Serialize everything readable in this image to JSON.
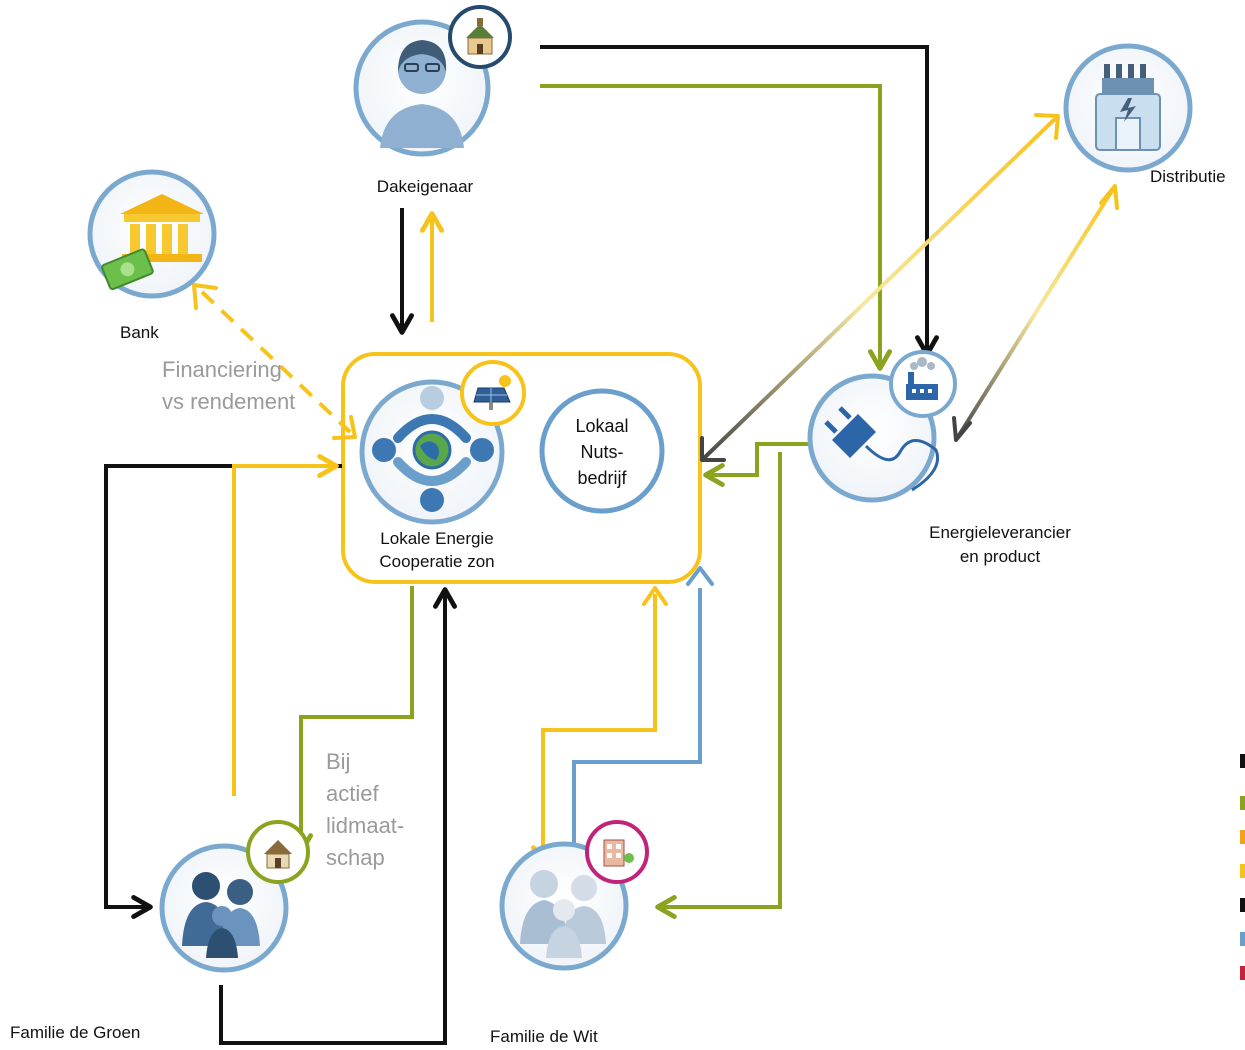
{
  "nodes": {
    "dakeigenaar": {
      "label": "Dakeigenaar"
    },
    "distributie": {
      "label": "Distributie"
    },
    "bank": {
      "label": "Bank"
    },
    "lokale_energie": {
      "label_line1": "Lokale Energie",
      "label_line2": "Cooperatie zon"
    },
    "nutsbedrijf": {
      "line1": "Lokaal",
      "line2": "Nuts-",
      "line3": "bedrijf"
    },
    "energieleverancier": {
      "label_line1": "Energieleverancier",
      "label_line2": "en product"
    },
    "familie_groen": {
      "label": "Familie de Groen"
    },
    "familie_wit": {
      "label": "Familie de  Wit"
    }
  },
  "annotations": {
    "financiering": {
      "line1": "Financiering",
      "line2": "vs rendement"
    },
    "lidmaatschap": {
      "line1": "Bij",
      "line2": "actief",
      "line3": "lidmaat-",
      "line4": "schap"
    }
  },
  "colors": {
    "black": "#111111",
    "yellow": "#f7c31a",
    "green": "#8aa41f",
    "blue": "#6a9fcc",
    "circle_border": "#7aa8cf",
    "legend_green": "#8aa41f",
    "legend_orange": "#f4a21a",
    "legend_yellow": "#f7c31a",
    "legend_black": "#111111",
    "legend_blue": "#6a9fcc",
    "legend_red": "#c0243a"
  }
}
